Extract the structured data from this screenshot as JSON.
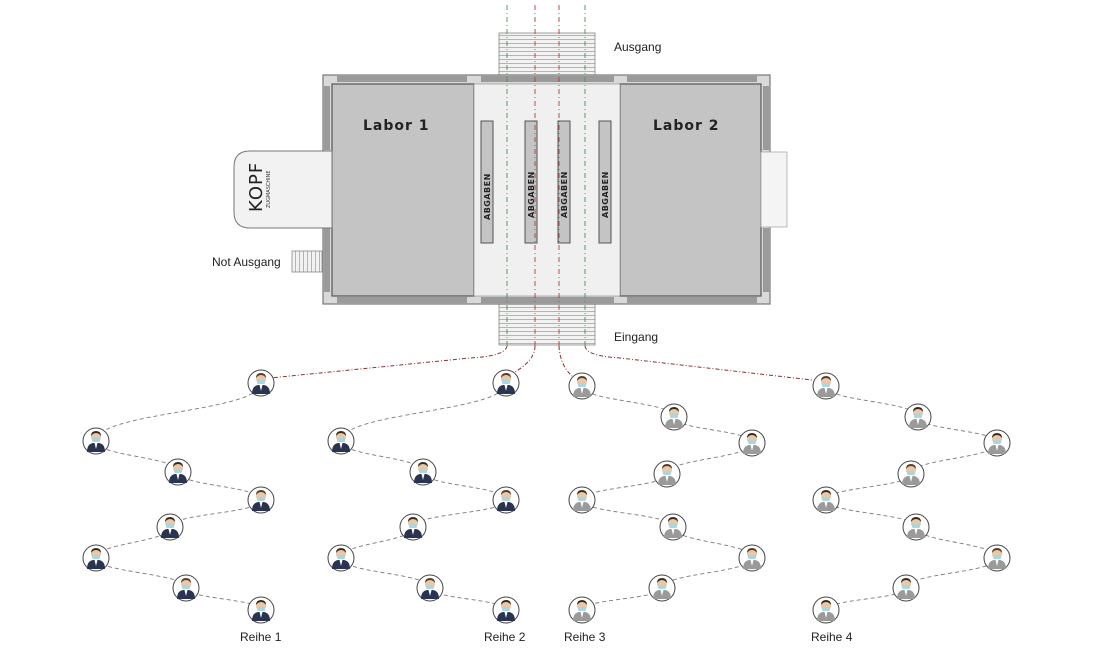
{
  "labels": {
    "ausgang": "Ausgang",
    "eingang": "Eingang",
    "not_ausgang": "Not Ausgang",
    "labor1": "Labor 1",
    "labor2": "Labor 2",
    "abgaben": "ABGABEN",
    "kopf": "KOPF",
    "kopf_sub": "ZUGMASCHINE"
  },
  "rows": [
    {
      "label": "Reihe 1",
      "style": "navy"
    },
    {
      "label": "Reihe 2",
      "style": "navy"
    },
    {
      "label": "Reihe 3",
      "style": "grey"
    },
    {
      "label": "Reihe 4",
      "style": "grey"
    }
  ],
  "colors": {
    "wall": "#8a8a8a",
    "room": "#c4c4c4",
    "floor": "#efefef",
    "navy_suit": "#2a3350",
    "grey_suit": "#9a9a9a",
    "mask": "#a9d6e0",
    "red_line": "#c0392b",
    "green_line": "#3a9a4a",
    "path_line": "#7a7a7a"
  }
}
